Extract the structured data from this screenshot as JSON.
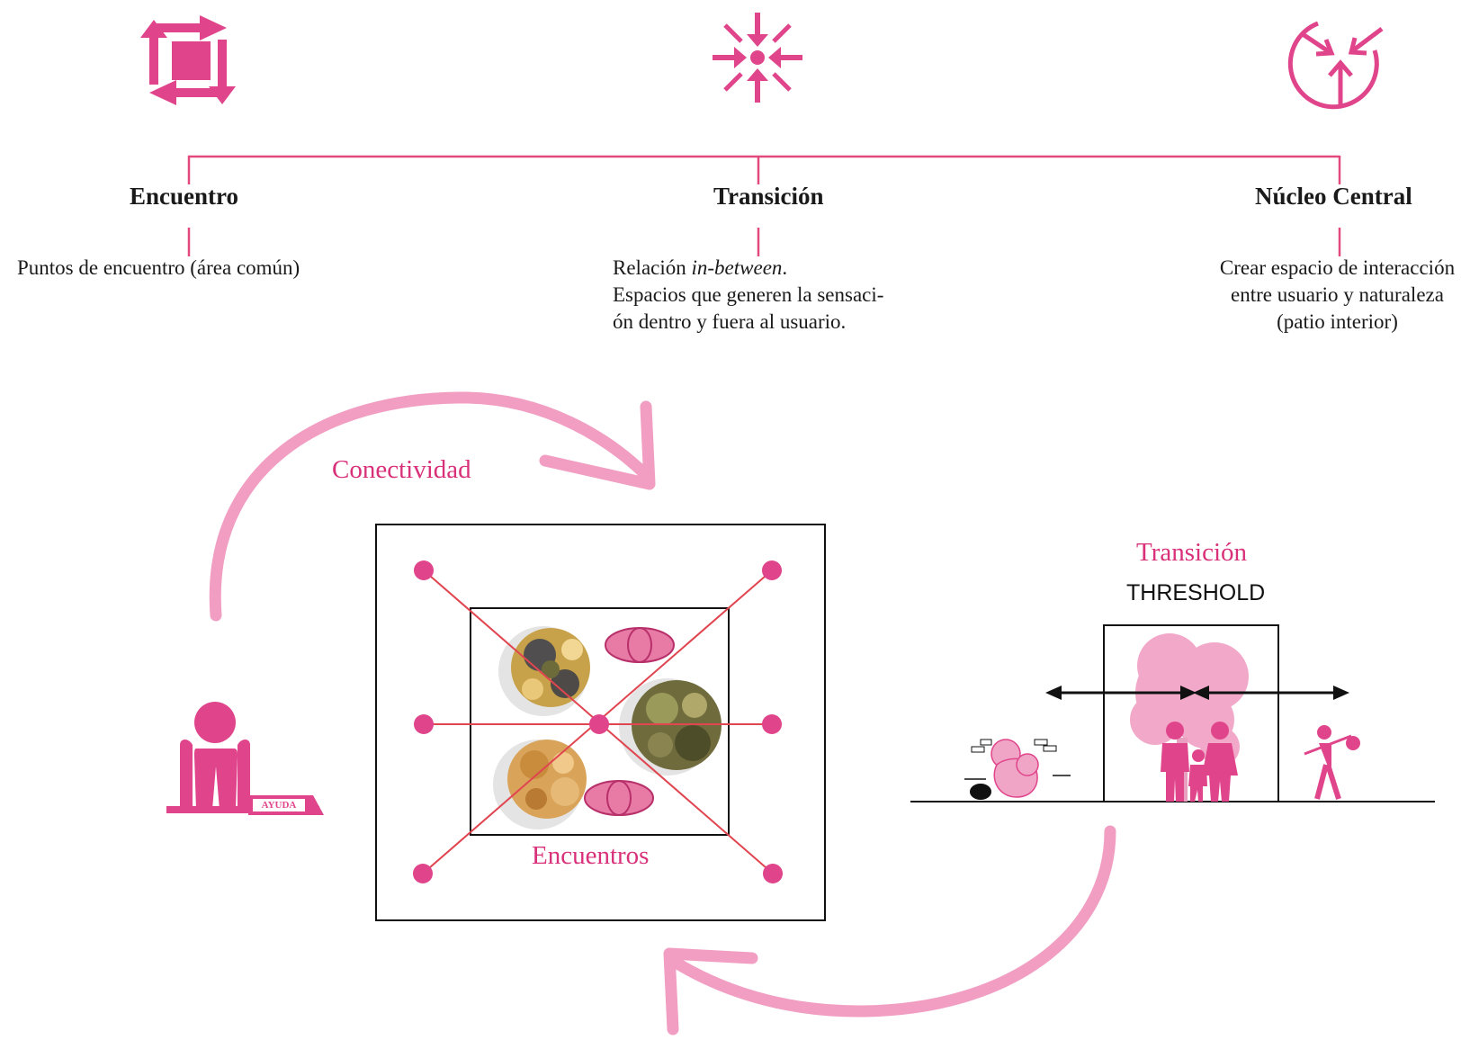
{
  "colors": {
    "accent": "#e0458b",
    "accent_light": "#f19ec2",
    "line": "#e24a7f",
    "cross": "#e04550",
    "text": "#1a1a1a"
  },
  "icons": [
    "expand-arrows-icon",
    "converge-arrows-icon",
    "circle-converge-icon"
  ],
  "concepts": [
    {
      "title": "Encuentro",
      "description": [
        "Puntos de encuentro (área común)"
      ]
    },
    {
      "title": "Transición",
      "description_prefix": "Relación ",
      "description_emphasis": "in-between",
      "description_suffix": ".",
      "description": [
        "Espacios que generen la sensaci-",
        "ón dentro y fuera al usuario."
      ]
    },
    {
      "title": "Núcleo Central",
      "description": [
        "Crear espacio de interacción",
        "entre usuario y naturaleza",
        "(patio interior)"
      ]
    }
  ],
  "diagram": {
    "connectivity_label": "Conectividad",
    "meetings_label": "Encuentros",
    "help_sign": "AYUDA",
    "transition_label": "Transición",
    "threshold_label": "THRESHOLD"
  }
}
